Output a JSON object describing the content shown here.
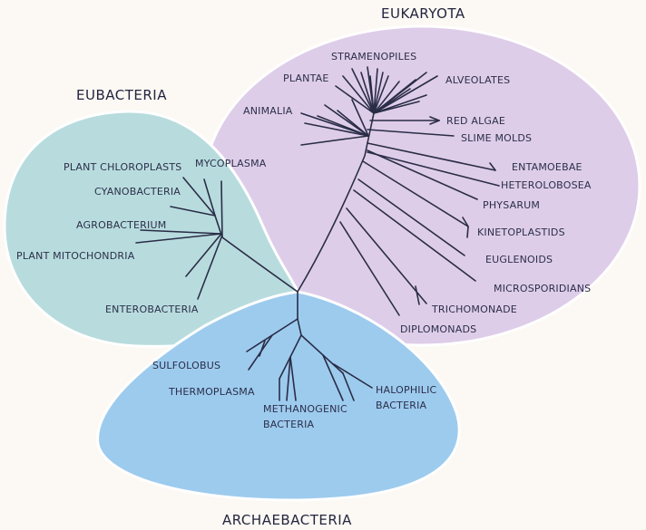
{
  "colors": {
    "background": "#fcf8f3",
    "eubacteria": "#b8dcde",
    "eukaryota": "#decde9",
    "archaebacteria": "#9dcbee",
    "branch": "#2a2d47",
    "text": "#2b2f4a"
  },
  "groups": {
    "eukaryota": "EUKARYOTA",
    "eubacteria": "EUBACTERIA",
    "archaebacteria": "ARCHAEBACTERIA"
  },
  "taxa": {
    "stramenopiles": "STRAMENOPILES",
    "plantae": "PLANTAE",
    "alveolates": "ALVEOLATES",
    "animalia": "ANIMALIA",
    "red_algae": "RED ALGAE",
    "slime_molds": "SLIME MOLDS",
    "entamoebae": "ENTAMOEBAE",
    "heterolobosea": "HETEROLOBOSEA",
    "physarum": "PHYSARUM",
    "kinetoplastids": "KINETOPLASTIDS",
    "euglenoids": "EUGLENOIDS",
    "microsporidians": "MICROSPORIDIANS",
    "trichomonade": "TRICHOMONADE",
    "diplomonads": "DIPLOMONADS",
    "plant_chloroplasts": "PLANT CHLOROPLASTS",
    "mycoplasma": "MYCOPLASMA",
    "cyanobacteria": "CYANOBACTERIA",
    "agrobacterium": "AGROBACTERIUM",
    "plant_mitochondria": "PLANT MITOCHONDRIA",
    "enterobacteria": "ENTEROBACTERIA",
    "sulfolobus": "SULFOLOBUS",
    "thermoplasma": "THERMOPLASMA",
    "methanogenic_line1": "METHANOGENIC",
    "methanogenic_line2": "BACTERIA",
    "halophilic_line1": "HALOPHILIC",
    "halophilic_line2": "BACTERIA"
  }
}
